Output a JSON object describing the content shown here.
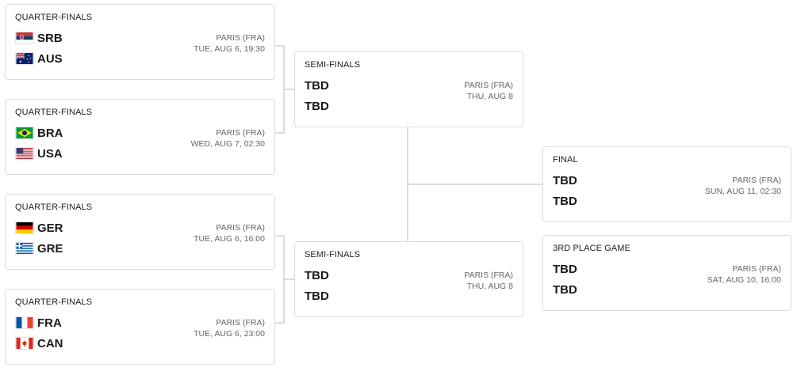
{
  "bracket": {
    "quarterfinals": [
      {
        "stage": "QUARTER-FINALS",
        "team1": {
          "abbr": "SRB",
          "flag": "serbia-flag-icon"
        },
        "team2": {
          "abbr": "AUS",
          "flag": "australia-flag-icon"
        },
        "venue": "PARIS (FRA)",
        "datetime": "TUE, AUG 6, 19:30"
      },
      {
        "stage": "QUARTER-FINALS",
        "team1": {
          "abbr": "BRA",
          "flag": "brazil-flag-icon"
        },
        "team2": {
          "abbr": "USA",
          "flag": "usa-flag-icon"
        },
        "venue": "PARIS (FRA)",
        "datetime": "WED, AUG 7, 02:30"
      },
      {
        "stage": "QUARTER-FINALS",
        "team1": {
          "abbr": "GER",
          "flag": "germany-flag-icon"
        },
        "team2": {
          "abbr": "GRE",
          "flag": "greece-flag-icon"
        },
        "venue": "PARIS (FRA)",
        "datetime": "TUE, AUG 6, 16:00"
      },
      {
        "stage": "QUARTER-FINALS",
        "team1": {
          "abbr": "FRA",
          "flag": "france-flag-icon"
        },
        "team2": {
          "abbr": "CAN",
          "flag": "canada-flag-icon"
        },
        "venue": "PARIS (FRA)",
        "datetime": "TUE, AUG 6, 23:00"
      }
    ],
    "semifinals": [
      {
        "stage": "SEMI-FINALS",
        "team1": "TBD",
        "team2": "TBD",
        "venue": "PARIS (FRA)",
        "datetime": "THU, AUG 8"
      },
      {
        "stage": "SEMI-FINALS",
        "team1": "TBD",
        "team2": "TBD",
        "venue": "PARIS (FRA)",
        "datetime": "THU, AUG 8"
      }
    ],
    "final": {
      "stage": "FINAL",
      "team1": "TBD",
      "team2": "TBD",
      "venue": "PARIS (FRA)",
      "datetime": "SUN, AUG 11, 02:30"
    },
    "third_place": {
      "stage": "3RD PLACE GAME",
      "team1": "TBD",
      "team2": "TBD",
      "venue": "PARIS (FRA)",
      "datetime": "SAT, AUG 10, 16:00"
    }
  },
  "colors": {
    "card_border": "#dcdcdc",
    "connector": "#d0d0d0",
    "text_primary": "#1a1a1a",
    "text_secondary": "#666666"
  }
}
